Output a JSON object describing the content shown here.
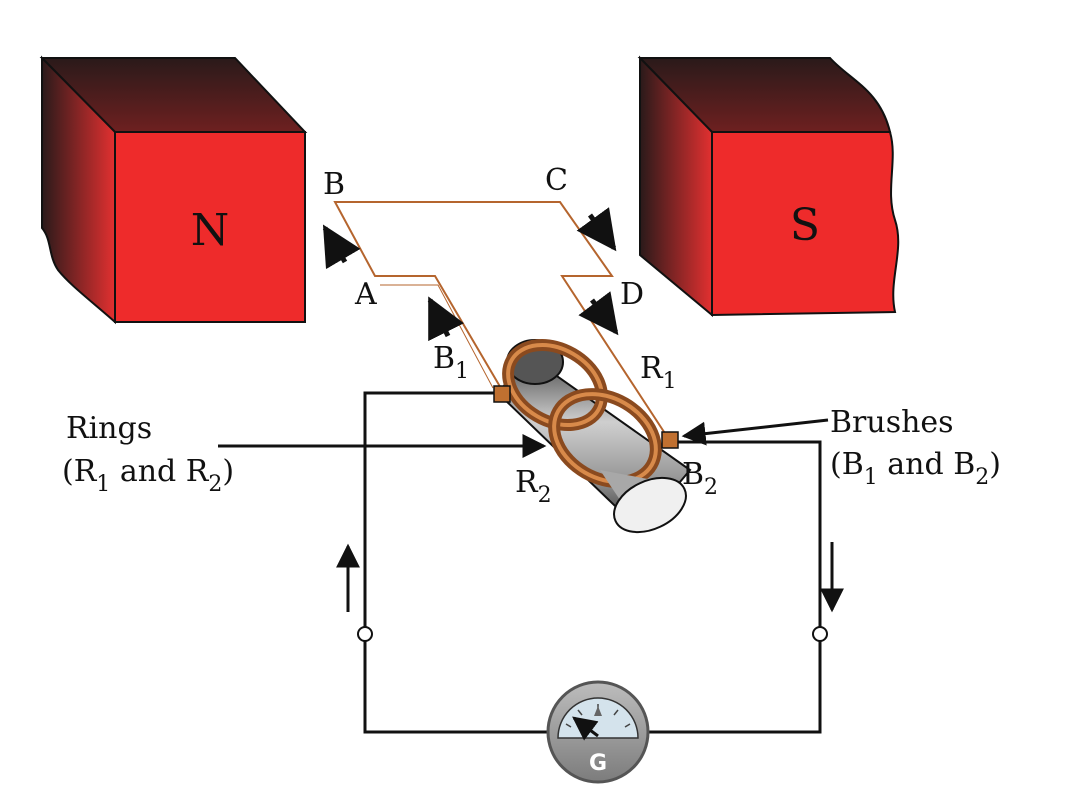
{
  "magnets": {
    "north": "N",
    "south": "S"
  },
  "coil": {
    "a": "A",
    "b": "B",
    "c": "C",
    "d": "D"
  },
  "brushes_ring": {
    "b1_main": "B",
    "b1_sub": "1",
    "b2_main": "B",
    "b2_sub": "2",
    "r1_main": "R",
    "r1_sub": "1",
    "r2_main": "R",
    "r2_sub": "2"
  },
  "callouts": {
    "rings_title": "Rings",
    "rings_open": "(R",
    "rings_sub1": "1",
    "rings_and": " and R",
    "rings_sub2": "2",
    "rings_close": ")",
    "brushes_title": "Brushes",
    "brushes_open": "(B",
    "brushes_sub1": "1",
    "brushes_and": " and B",
    "brushes_sub2": "2",
    "brushes_close": ")"
  },
  "galvanometer": {
    "label": "G"
  },
  "colors": {
    "magnet_red": "#ee2b2b",
    "coil_wire": "#b5652e",
    "circuit_wire": "#111111",
    "galvanometer_body": "#9a9a9a",
    "dial_face": "#d4e3ec"
  },
  "icons": [
    "arrow-icon",
    "terminal-icon",
    "galvanometer-icon"
  ]
}
